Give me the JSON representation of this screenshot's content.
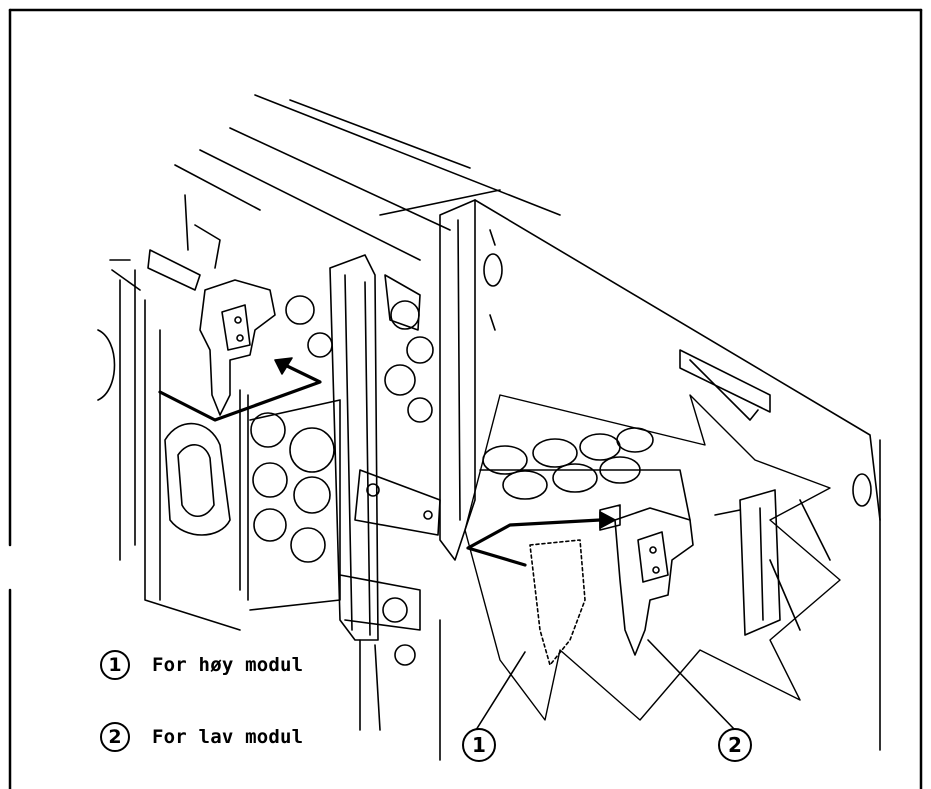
{
  "legend": [
    {
      "number": "1",
      "text": "For høy modul"
    },
    {
      "number": "2",
      "text": "For lav modul"
    }
  ],
  "callouts": [
    "1",
    "2"
  ],
  "colors": {
    "ink": "#000000",
    "paper": "#ffffff"
  }
}
